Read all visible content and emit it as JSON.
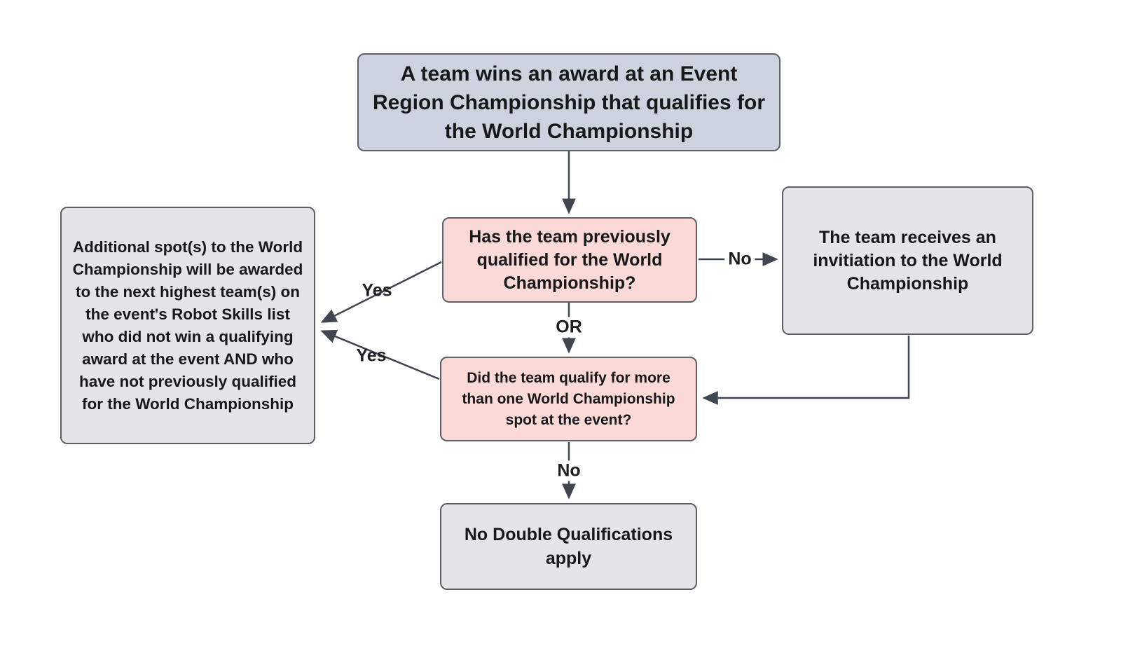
{
  "diagram": {
    "title": "World Championship double-qualification flowchart",
    "nodes": {
      "start": {
        "text": "A team wins an award at an Event Region Championship that qualifies for the World Championship"
      },
      "q1": {
        "text": "Has the team previously qualified for the World Championship?"
      },
      "invite": {
        "text": "The team receives an invitiation to the World Championship"
      },
      "q2": {
        "text": "Did the team qualify for more than one World Championship spot at the event?"
      },
      "additional": {
        "text": "Additional spot(s) to the World Championship will be awarded to the next highest team(s) on the event's Robot Skills list who did not win a qualifying award at the event AND who have not previously qualified for the World Championship"
      },
      "nodouble": {
        "text": "No Double Qualifications apply"
      }
    },
    "labels": {
      "no1": "No",
      "or": "OR",
      "yes1": "Yes",
      "yes2": "Yes",
      "no2": "No"
    },
    "colors": {
      "start_fill": "#ccd3de",
      "decision_fill": "#fbd9d6",
      "process_fill": "#e3e5e9",
      "border": "#5d6067",
      "arrow": "#3f4650"
    }
  }
}
